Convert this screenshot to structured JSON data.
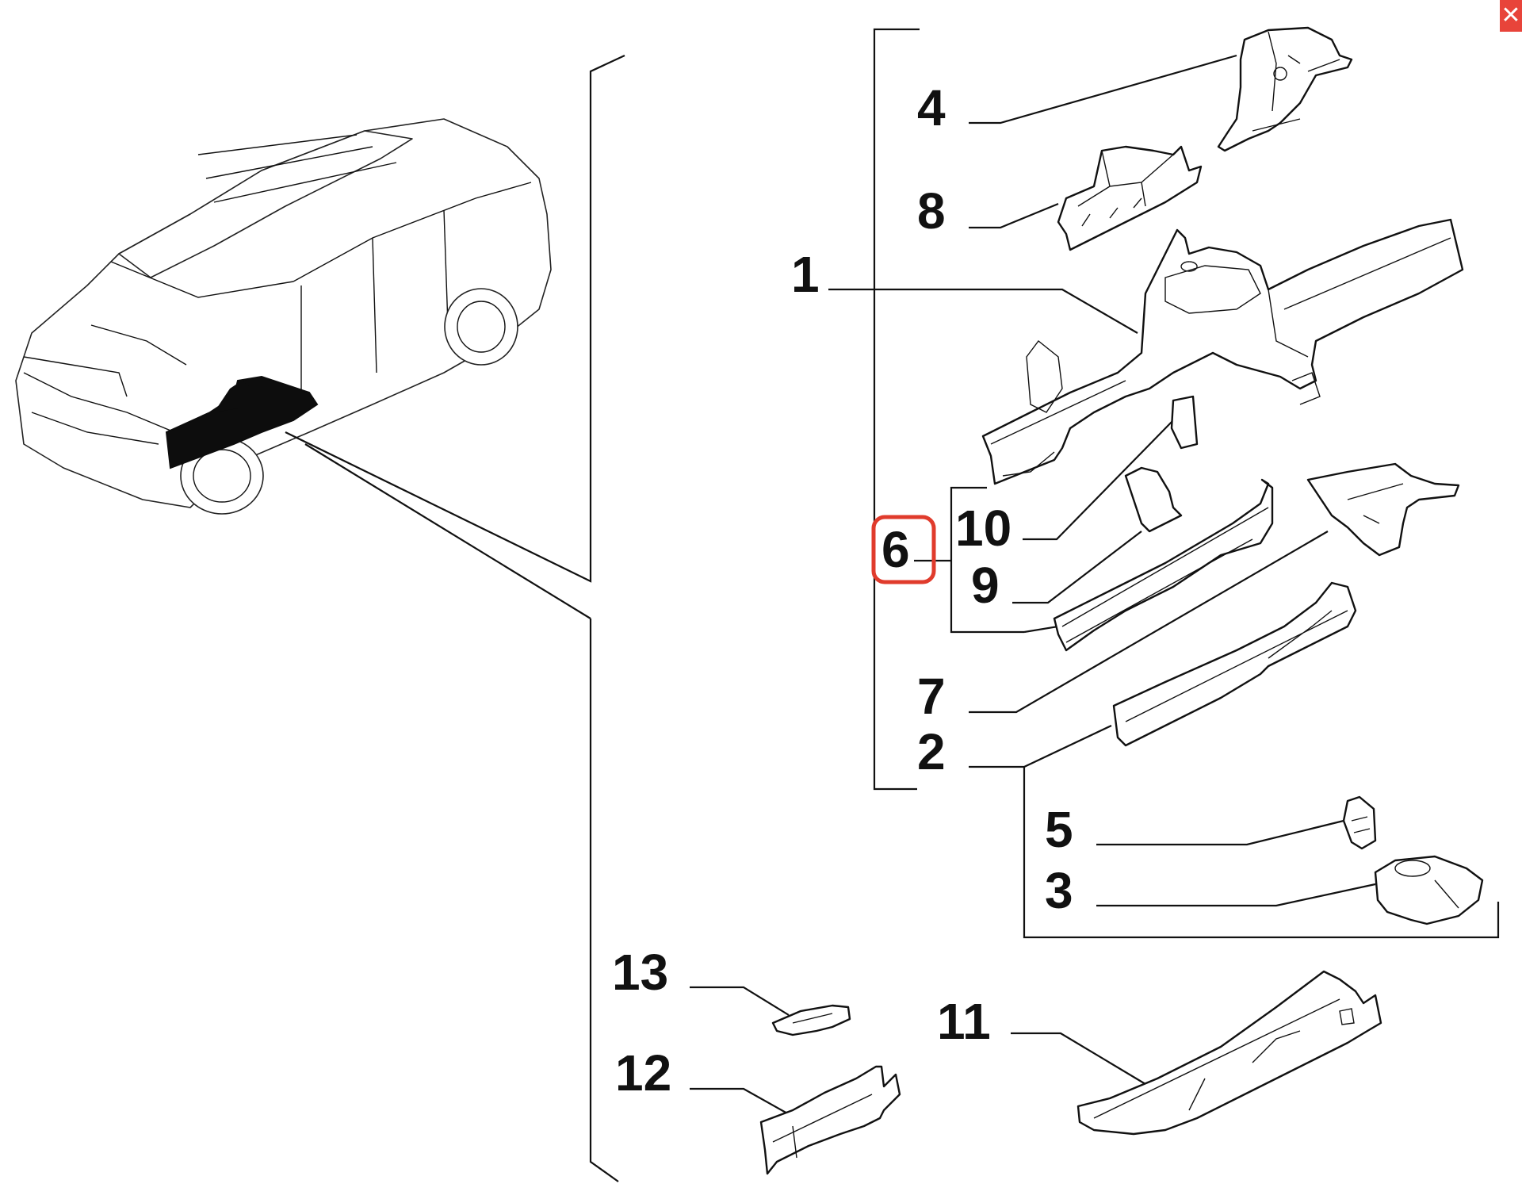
{
  "diagram": {
    "callouts": {
      "c1": "1",
      "c2": "2",
      "c3": "3",
      "c4": "4",
      "c5": "5",
      "c6": "6",
      "c7": "7",
      "c8": "8",
      "c9": "9",
      "c10": "10",
      "c11": "11",
      "c12": "12",
      "c13": "13"
    },
    "highlighted_callout": "6",
    "highlight_color": "#e03b2c"
  },
  "icons": {
    "close": "close-icon",
    "close_glyph": "✕"
  }
}
